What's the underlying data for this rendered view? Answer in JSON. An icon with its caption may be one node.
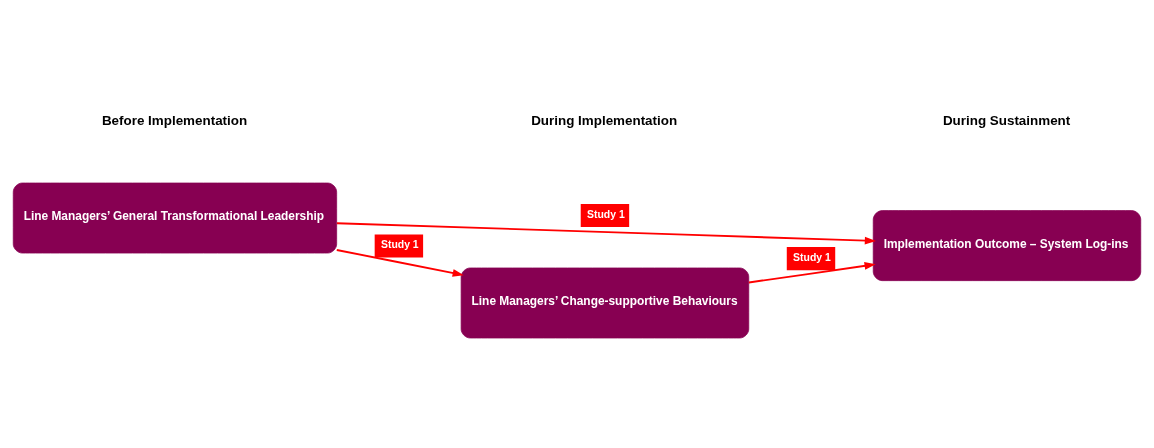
{
  "diagram": {
    "nodes": [
      {
        "text": [
          "Line Managers’ General Transformational Leadership"
        ]
      },
      {
        "text": [
          "Implementation Outcome – System Log-ins"
        ]
      },
      {
        "text": [
          "Line Managers’ Change-supportive Behaviours"
        ]
      }
    ],
    "edges": [
      {
        "from": 0,
        "to": 1,
        "arrow": "to",
        "label": "Study 1"
      },
      {
        "from": 0,
        "to": 2,
        "arrow": "to",
        "label": "Study 1"
      },
      {
        "from": 2,
        "to": 1,
        "arrow": "to",
        "label": "Study 1"
      }
    ],
    "labels": [
      "Before Implementation",
      "During Implementation",
      "During Sustainment"
    ]
  }
}
